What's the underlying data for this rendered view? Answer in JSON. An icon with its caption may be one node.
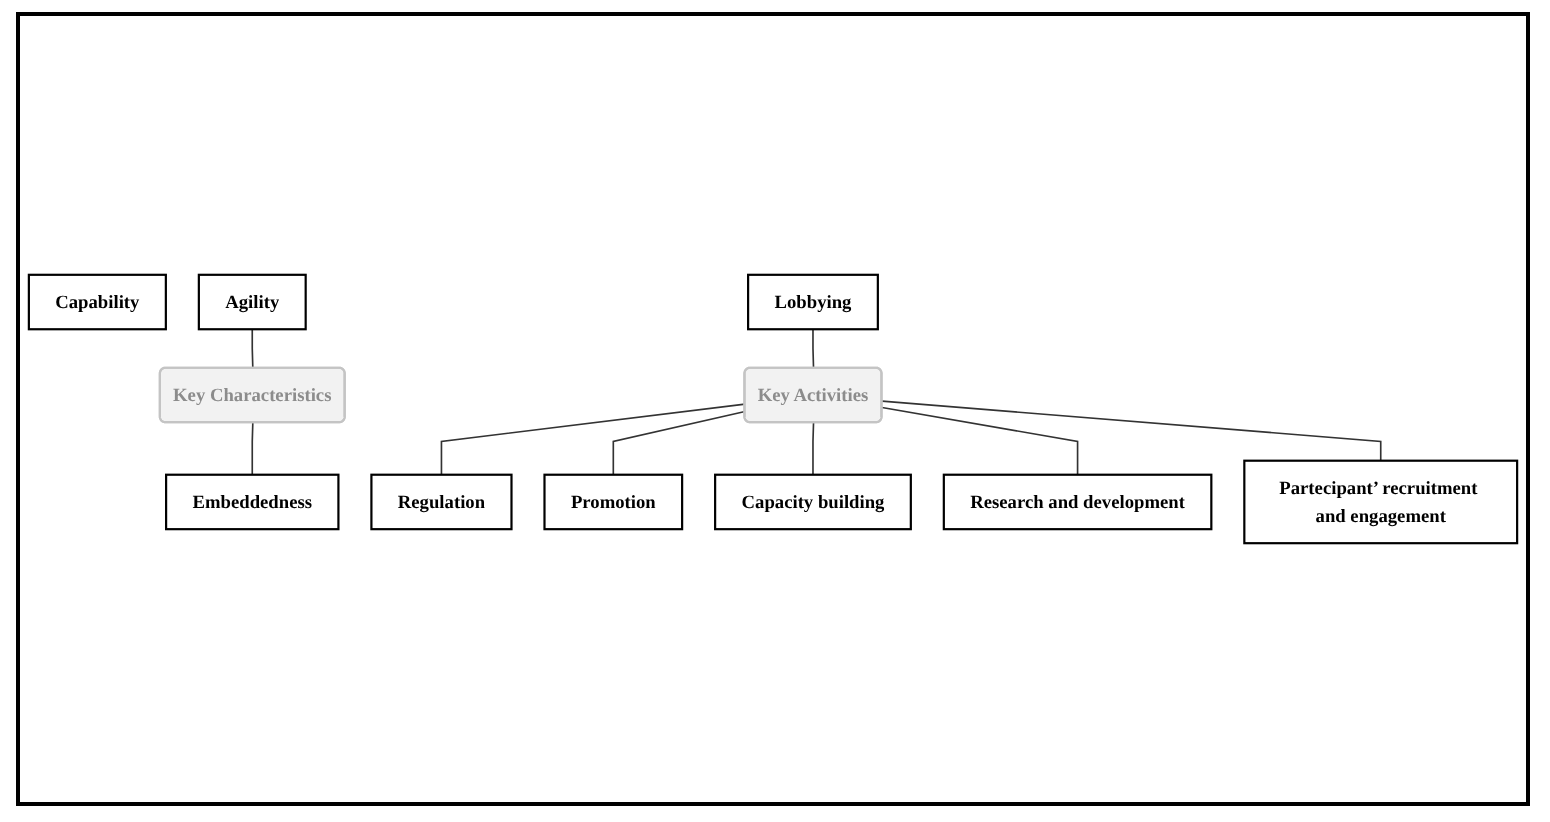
{
  "diagram": {
    "nodes": [
      {
        "text": [
          "Capability"
        ]
      },
      {
        "text": [
          "Agility"
        ]
      },
      {
        "text": [
          "Key Characteristics"
        ]
      },
      {
        "text": [
          "Embeddedness"
        ]
      },
      {
        "text": [
          "Lobbying"
        ]
      },
      {
        "text": [
          "Key Activities"
        ]
      },
      {
        "text": [
          "Regulation"
        ]
      },
      {
        "text": [
          "Promotion"
        ]
      },
      {
        "text": [
          "Capacity building"
        ]
      },
      {
        "text": [
          "Research and development"
        ]
      },
      {
        "text": [
          "Partecipant’ recruitment and engagement"
        ]
      }
    ],
    "edges": [
      {
        "from": 1,
        "to": 2,
        "arrow": "none"
      },
      {
        "from": 2,
        "to": 3,
        "arrow": "none"
      },
      {
        "from": 4,
        "to": 5,
        "arrow": "none"
      },
      {
        "from": 5,
        "to": 6,
        "arrow": "none"
      },
      {
        "from": 5,
        "to": 7,
        "arrow": "none"
      },
      {
        "from": 5,
        "to": 8,
        "arrow": "none"
      },
      {
        "from": 5,
        "to": 9,
        "arrow": "none"
      },
      {
        "from": 5,
        "to": 10,
        "arrow": "none"
      }
    ]
  }
}
